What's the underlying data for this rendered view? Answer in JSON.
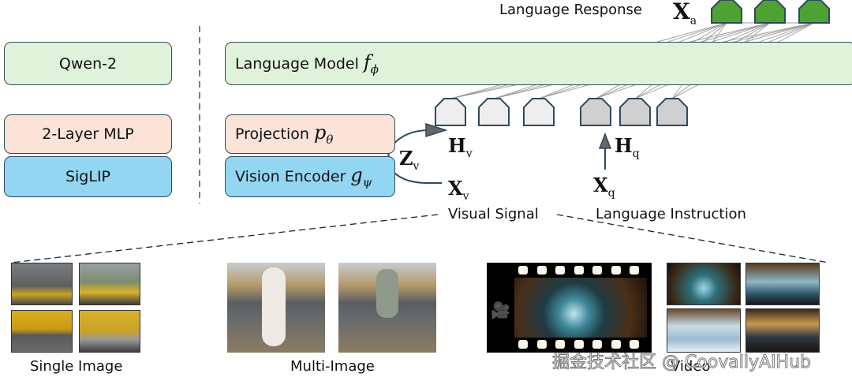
{
  "legend": {
    "llm": "Qwen-2",
    "projector": "2-Layer MLP",
    "vision": "SigLIP"
  },
  "architecture": {
    "language_model": {
      "label": "Language Model",
      "symbol": "f",
      "subscript": "ϕ"
    },
    "projection": {
      "label": "Projection",
      "symbol": "p",
      "subscript": "θ"
    },
    "vision_encoder": {
      "label": "Vision Encoder",
      "symbol": "g",
      "subscript": "ψ"
    },
    "language_response": {
      "label": "Language Response",
      "symbol": "X",
      "subscript": "a"
    },
    "z_v": {
      "symbol": "Z",
      "subscript": "v"
    },
    "h_v": {
      "symbol": "H",
      "subscript": "v"
    },
    "x_v": {
      "symbol": "X",
      "subscript": "v"
    },
    "h_q": {
      "symbol": "H",
      "subscript": "q"
    },
    "x_q": {
      "symbol": "X",
      "subscript": "q"
    },
    "visual_signal": "Visual Signal",
    "language_instruction": "Language Instruction",
    "visual_token_count": 3,
    "instruction_token_count": 3,
    "response_token_count": 3
  },
  "inputs": {
    "single_image": "Single Image",
    "multi_image": "Multi-Image",
    "video": "Video"
  },
  "watermark": "掘金技术社区 @ CoovallyAIHub",
  "colors": {
    "llm_fill": "#dff2da",
    "projector_fill": "#fbe3d8",
    "vision_fill": "#93d6f2",
    "response_token": "#4ea232",
    "visual_token": "#eeeeee",
    "instruction_token": "#d0d0d0",
    "outline": "#2f4a5a"
  }
}
